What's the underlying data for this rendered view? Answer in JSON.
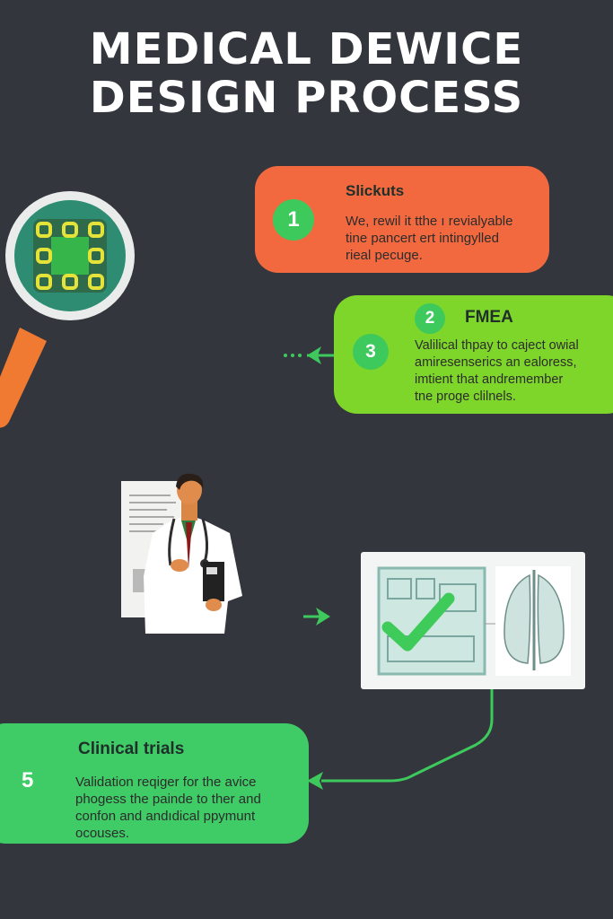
{
  "title": {
    "line1": "MEDICAL DEWICE",
    "line2": "DESIGN PROCESS"
  },
  "steps": [
    {
      "number": "1",
      "heading": "Slickuts",
      "body": [
        "We, rewil it tthe ı revialyable",
        "tine pancert ert intingylled",
        "rieal pecuge."
      ],
      "color": "#f2693f"
    },
    {
      "number": "2",
      "sub_number": "3",
      "heading": "FMEA",
      "body": [
        "Valilical thpay to caject owial",
        "amiresenserics an ealoress,",
        "imtient that andremember",
        "tne proge clilnels."
      ],
      "color": "#7fd62a"
    },
    {
      "number": "5",
      "heading": "Clinical trials",
      "body": [
        "Validation reqiger for the avice",
        "phogess the painde to ther and",
        "confon and andıdical ppymunt",
        "ocouses."
      ],
      "color": "#3fcb66"
    }
  ],
  "colors": {
    "background": "#33363d",
    "accent_green": "#3ec95d",
    "lime": "#7fd62a",
    "orange": "#f2693f",
    "check": "#3fcb5a",
    "magnifier_handle": "#f07a32",
    "lens_bg": "#2d8c72"
  },
  "icons": {
    "magnifier": "magnifier-chip-icon",
    "doctor": "doctor-illustration",
    "monitor": "monitor-checkmark-icon",
    "arrows": "arrow-left-icon"
  }
}
